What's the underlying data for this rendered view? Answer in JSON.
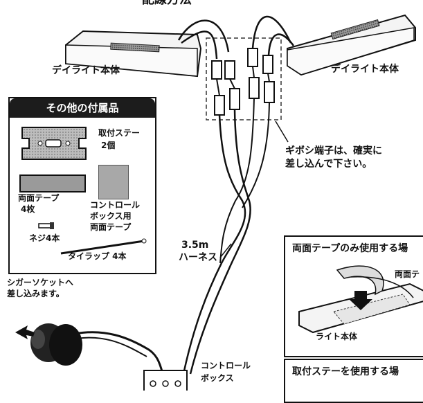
{
  "header": {
    "partial_title": "配線方法"
  },
  "daylights": {
    "left_label": "デイライト本体",
    "right_label": "デイライト本体"
  },
  "connectors_note": {
    "line1": "ギボシ端子は、確実に",
    "line2": "差し込んで下さい。"
  },
  "accessories": {
    "title": "その他の付属品",
    "stay": {
      "line1": "取付ステー",
      "line2": "2個"
    },
    "tape": {
      "line1": "両面テープ",
      "line2": "4枚"
    },
    "box_tape": {
      "line1": "コントロール",
      "line2": "ボックス用",
      "line3": "両面テープ"
    },
    "screw": "ネジ4本",
    "tie": "タイラップ 4本"
  },
  "harness": {
    "line1": "3.5m",
    "line2": "ハーネス"
  },
  "socket": {
    "line1": "シガーソケットへ",
    "line2": "差し込みます。"
  },
  "control_box": {
    "line1": "コントロール",
    "line2": "ボックス"
  },
  "inset_tape": {
    "title": "両面テープのみ使用する場",
    "callout": "両面テ",
    "body_label": "ライト本体"
  },
  "inset_stay": {
    "title": "取付ステーを使用する場"
  }
}
